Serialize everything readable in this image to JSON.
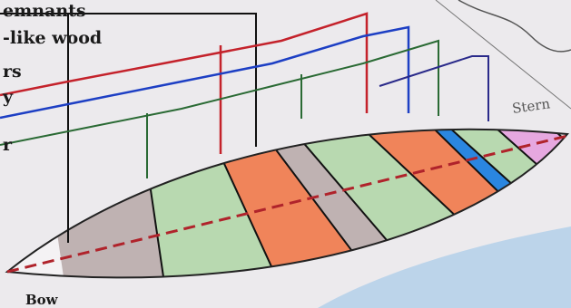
{
  "diagram": {
    "legend_labels": {
      "remnants": "emnants",
      "wood": "-like wood",
      "ers": "rs",
      "y": "y",
      "r": "r"
    },
    "end_labels": {
      "stern": "Stern",
      "bow": "Bow"
    },
    "colors": {
      "green_zone": "#b8d9b0",
      "orange_zone": "#f0845a",
      "grey_zone": "#bfb2b2",
      "blue_zone": "#2a86e0",
      "pink_zone": "#e6a8e0",
      "black_line": "#111111",
      "red_line": "#c4222b",
      "blue_line": "#1d3fc4",
      "green_line": "#2a6a34",
      "navy_line": "#2a2a8a",
      "keel_line": "#b0232b",
      "hull_outline": "#222222"
    }
  }
}
